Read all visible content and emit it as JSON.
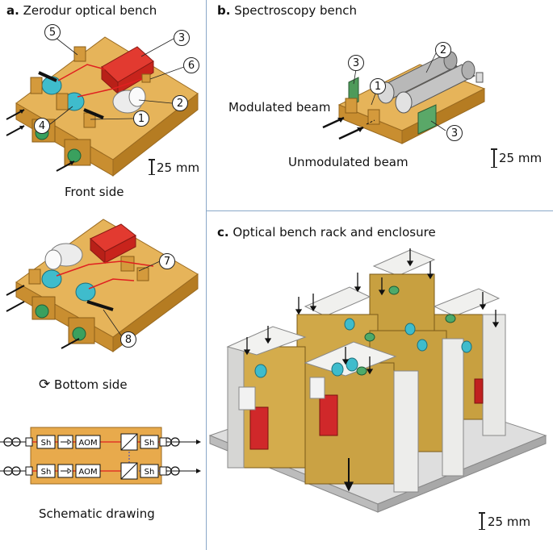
{
  "panel_a": {
    "letter": "a.",
    "title": "Zerodur optical bench",
    "front_caption": "Front side",
    "bottom_caption": "Bottom side",
    "schematic_caption": "Schematic drawing",
    "scale_label": "25 mm",
    "callouts_front": [
      "5",
      "3",
      "6",
      "2",
      "4",
      "1"
    ],
    "callouts_bottom": [
      "7",
      "8"
    ],
    "schematic": {
      "row1": [
        "Sh",
        "AOM",
        "Sh"
      ],
      "row2": [
        "Sh",
        "AOM",
        "Sh"
      ]
    }
  },
  "panel_b": {
    "letter": "b.",
    "title": "Spectroscopy bench",
    "modulated_label": "Modulated beam",
    "unmodulated_label": "Unmodulated beam",
    "scale_label": "25 mm",
    "callouts": [
      "3",
      "2",
      "1",
      "3"
    ]
  },
  "panel_c": {
    "letter": "c.",
    "title": "Optical bench rack and enclosure",
    "scale_label": "25 mm"
  },
  "colors": {
    "zerodur": "#e0a84a",
    "zerodur_dark": "#b87f28",
    "aom_red": "#d62a2a",
    "fiber_cyan": "#39b6c8",
    "pcb_green": "#4e9a5a",
    "enclosure_grey": "#e6e6e4",
    "divider": "#8aa8c8"
  }
}
